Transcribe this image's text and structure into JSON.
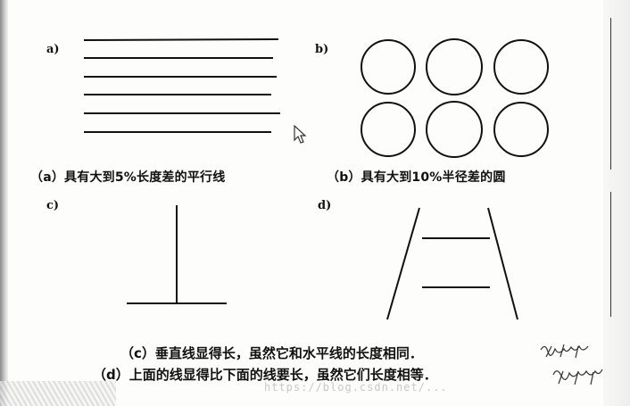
{
  "panels": [
    {
      "label": "a)",
      "caption": "（a）具有大到5%长度差的平行线"
    },
    {
      "label": "b)",
      "caption": "（b）具有大到10%半径差的圆"
    },
    {
      "label": "c)"
    },
    {
      "label": "d)"
    }
  ],
  "footer": {
    "line1": "（c）垂直线显得长，虽然它和水平线的长度相同．",
    "line2": "（d）上面的线显得比下面的线要长，虽然它们长度相等．"
  },
  "watermark": "https://blog.csdn.net/..."
}
